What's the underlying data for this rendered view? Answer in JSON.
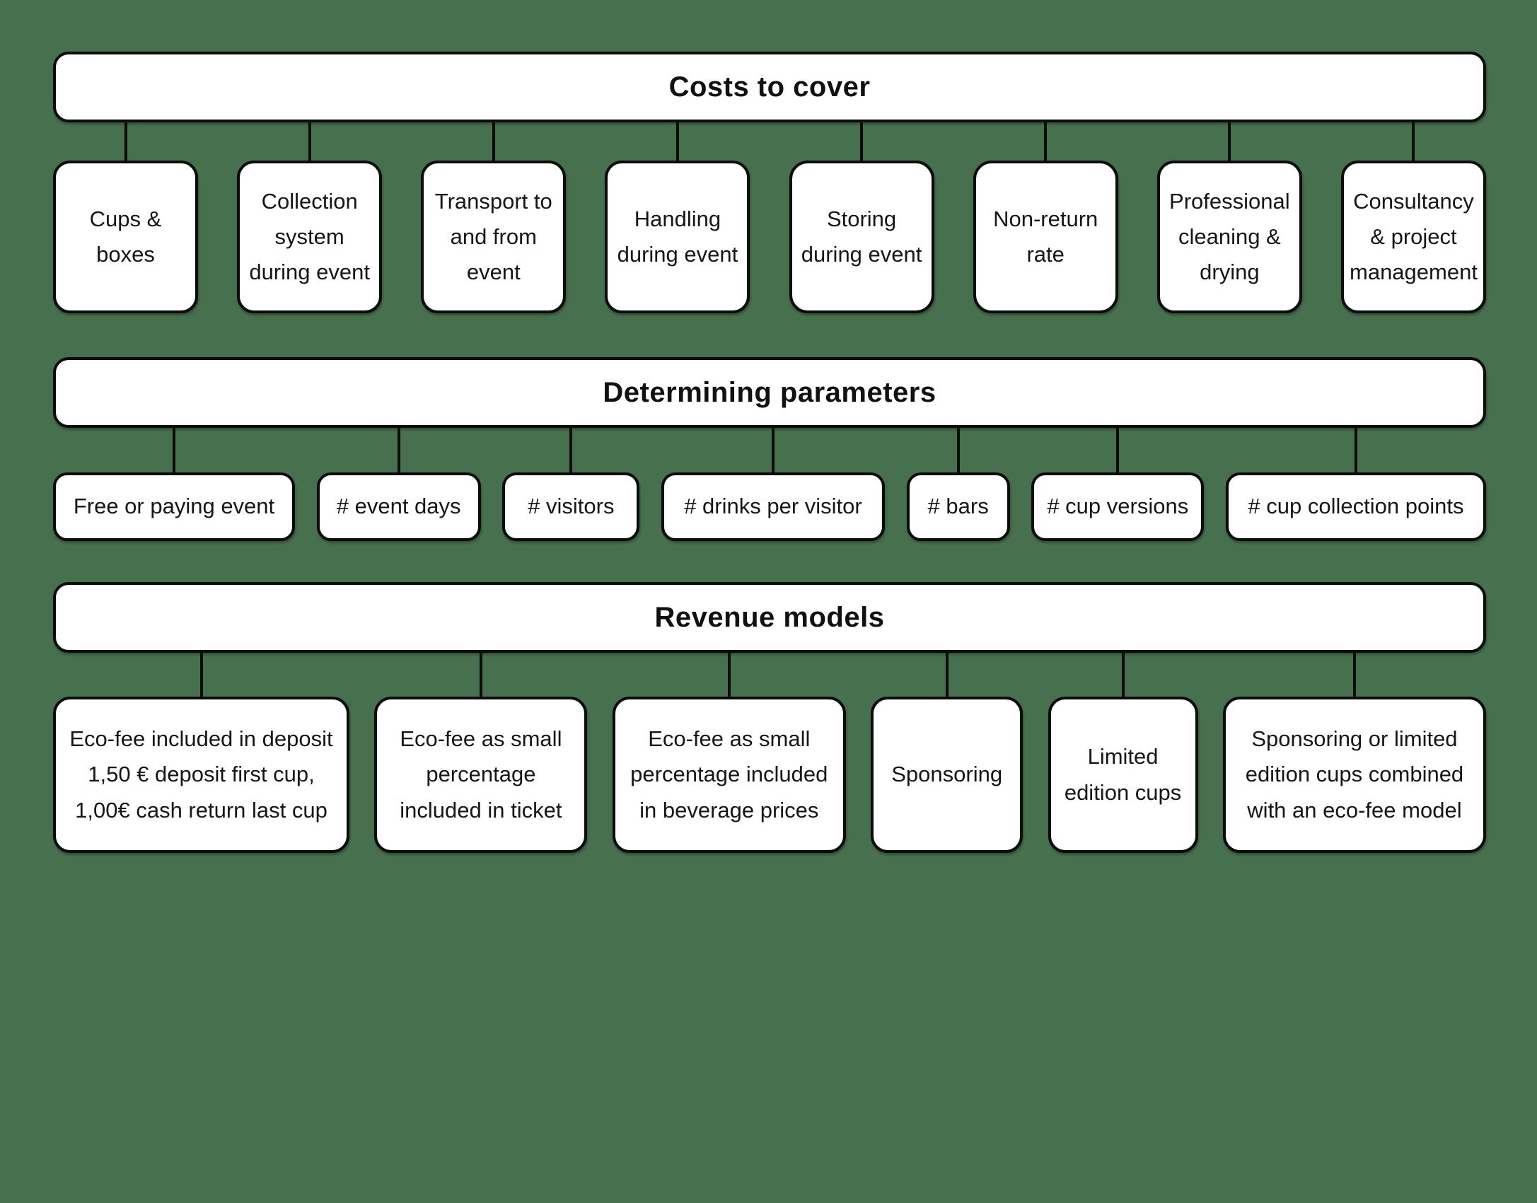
{
  "colors": {
    "background": "#47714e",
    "box_fill": "#ffffff",
    "line": "#0c0c0c",
    "text": "#161616"
  },
  "sections": [
    {
      "title": "Costs to cover",
      "items": [
        {
          "label": [
            "Cups &",
            "boxes"
          ]
        },
        {
          "label": [
            "Collection",
            "system",
            "during event"
          ]
        },
        {
          "label": [
            "Transport to",
            "and from",
            "event"
          ]
        },
        {
          "label": [
            "Handling",
            "during event"
          ]
        },
        {
          "label": [
            "Storing",
            "during event"
          ]
        },
        {
          "label": [
            "Non-return",
            "rate"
          ]
        },
        {
          "label": [
            "Professional",
            "cleaning &",
            "drying"
          ]
        },
        {
          "label": [
            "Consultancy",
            "& project",
            "management"
          ]
        }
      ]
    },
    {
      "title": "Determining parameters",
      "items": [
        {
          "label": "Free or paying event"
        },
        {
          "label": "# event days"
        },
        {
          "label": "# visitors"
        },
        {
          "label": "# drinks per visitor"
        },
        {
          "label": "# bars"
        },
        {
          "label": "# cup versions"
        },
        {
          "label": "# cup collection points"
        }
      ]
    },
    {
      "title": "Revenue models",
      "items": [
        {
          "label": [
            "Eco-fee included in deposit",
            "1,50 € deposit first cup,",
            "1,00€ cash return last cup"
          ]
        },
        {
          "label": [
            "Eco-fee as small",
            "percentage",
            "included in ticket"
          ]
        },
        {
          "label": [
            "Eco-fee as small",
            "percentage included",
            "in beverage prices"
          ]
        },
        {
          "label": [
            "Sponsoring"
          ]
        },
        {
          "label": [
            "Limited",
            "edition cups"
          ]
        },
        {
          "label": [
            "Sponsoring  or limited",
            "edition cups combined",
            "with an eco-fee model"
          ]
        }
      ]
    }
  ]
}
